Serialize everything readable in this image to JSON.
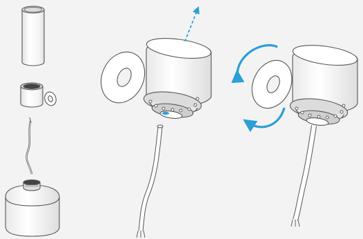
{
  "diagram": {
    "background": "#f3f3f3",
    "outline_color": "#555555",
    "fill_color": "#ffffff",
    "shade_color": "#e3e3e3",
    "accent_color": "#2b9fd6",
    "steps": [
      {
        "id": "step-1",
        "parts": [
          "cap-tube",
          "socket-collar",
          "ring-washer",
          "cable",
          "base-unit"
        ]
      },
      {
        "id": "step-2",
        "parts": [
          "fixture-body",
          "mounting-ring",
          "cable",
          "lift-arrow"
        ]
      },
      {
        "id": "step-3",
        "parts": [
          "fixture-body",
          "mounting-ring",
          "cable",
          "rotate-arrow"
        ]
      }
    ]
  }
}
